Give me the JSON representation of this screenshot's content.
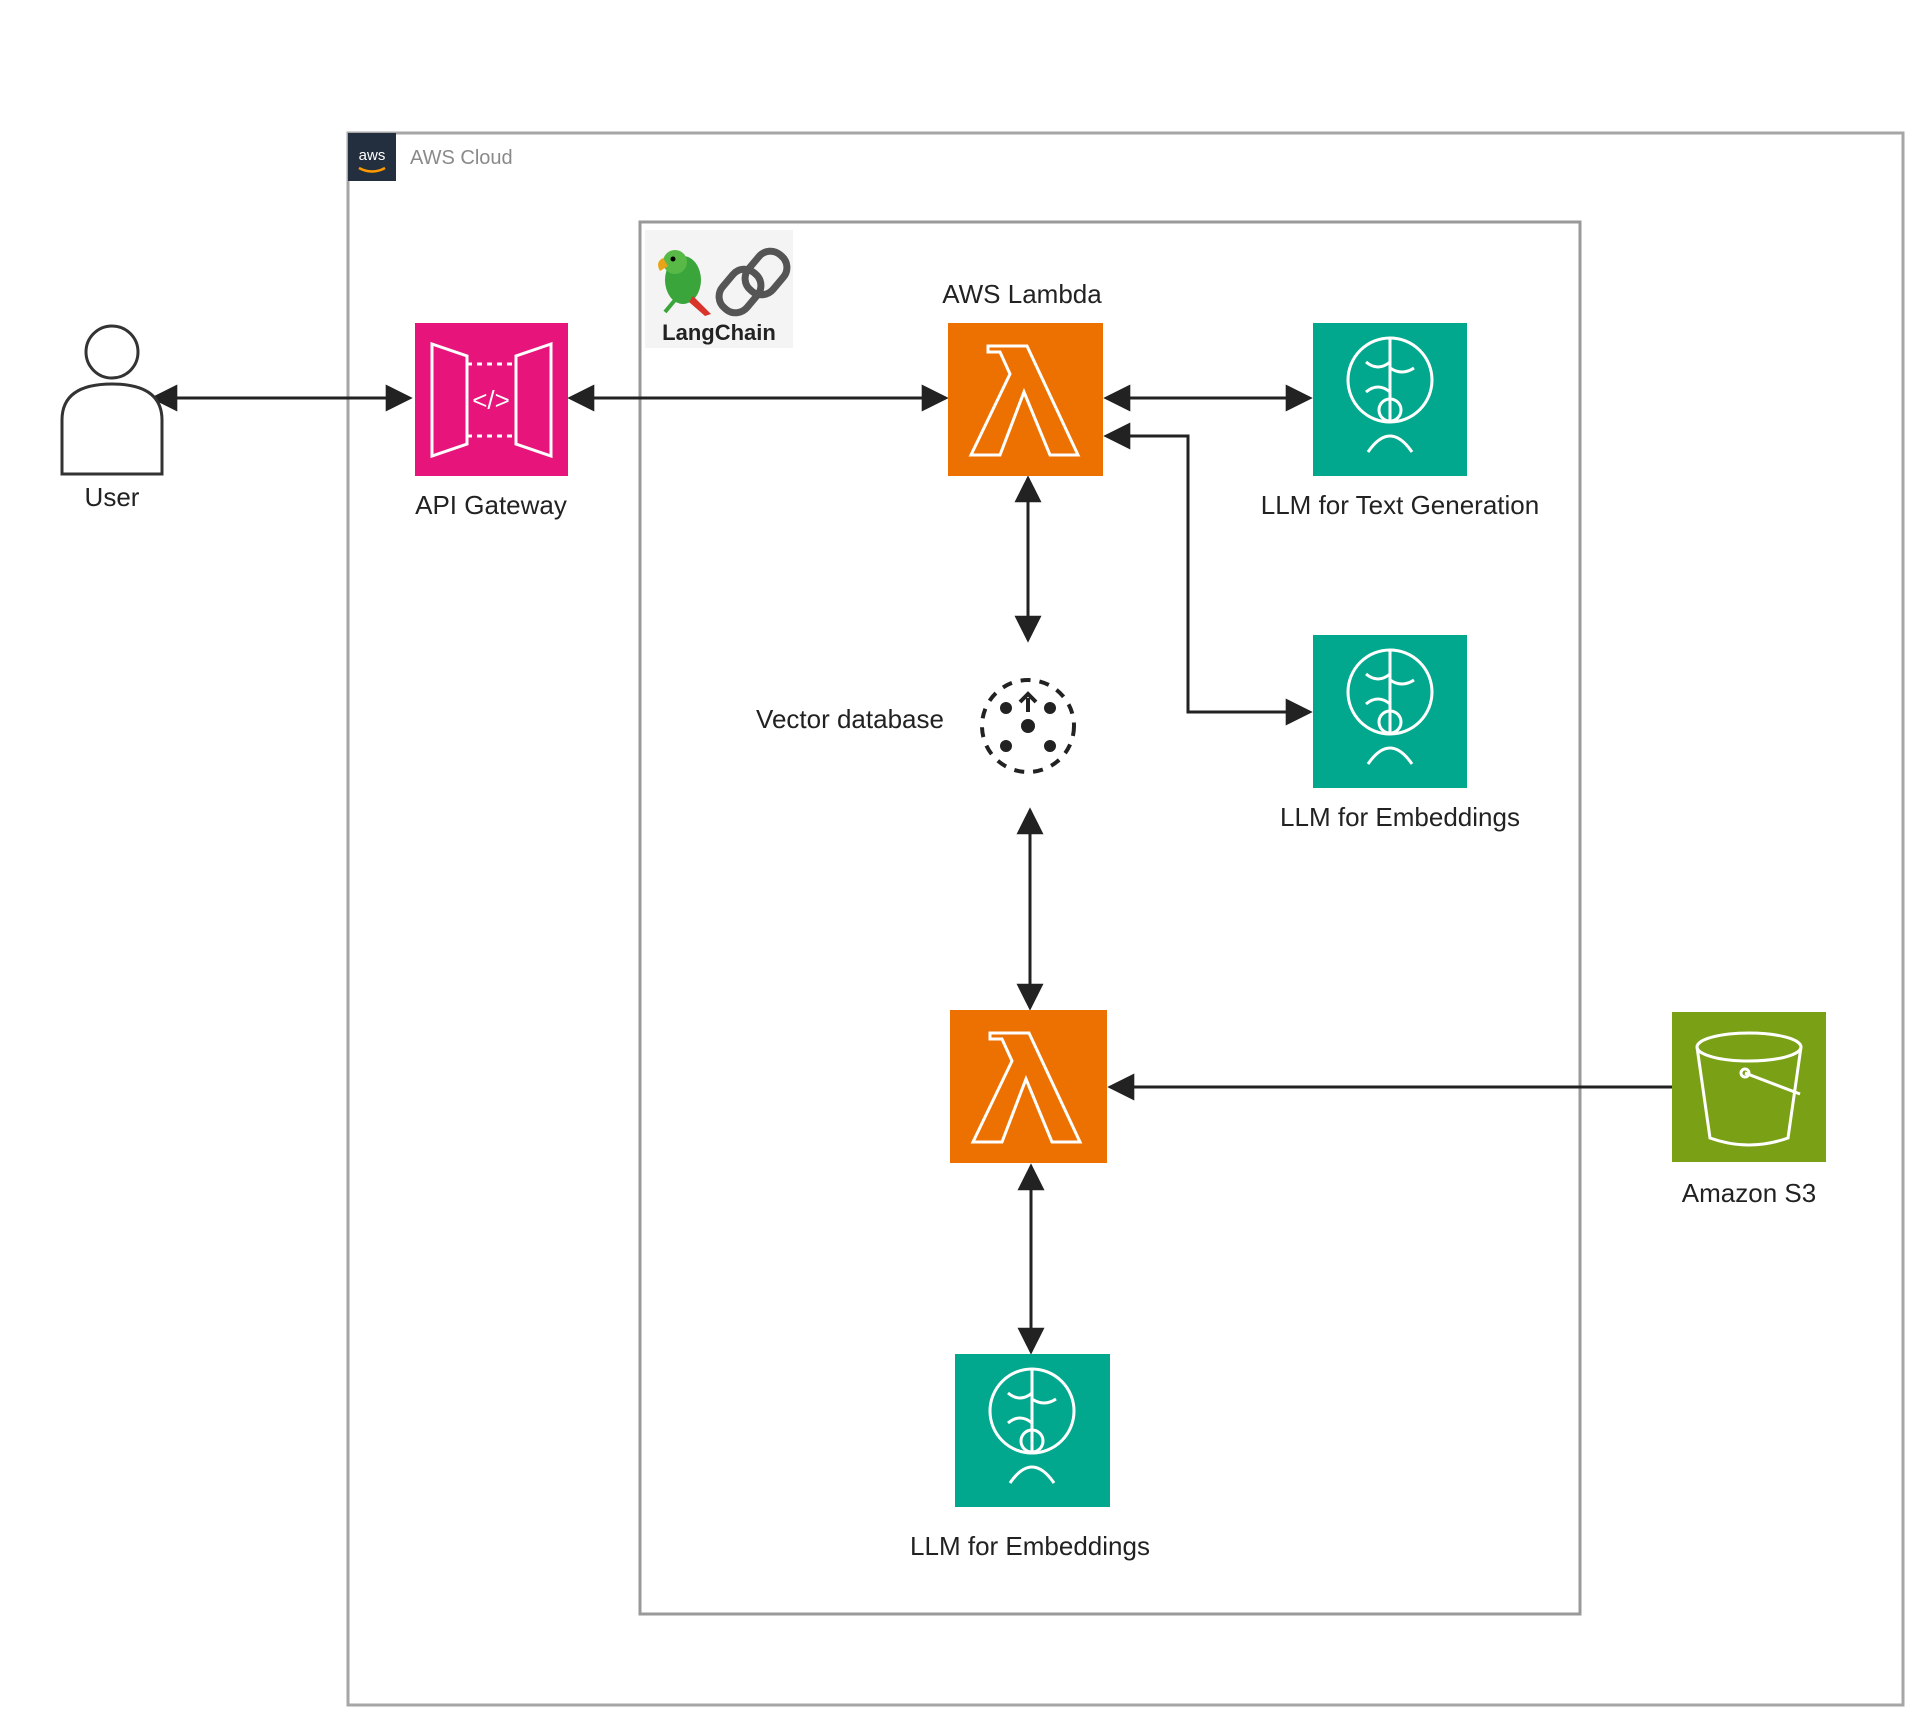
{
  "cloud": {
    "label": "AWS Cloud",
    "logo_text": "aws"
  },
  "langchain": {
    "label": "LangChain"
  },
  "nodes": {
    "user": {
      "label": "User"
    },
    "api_gateway": {
      "label": "API Gateway"
    },
    "lambda_query": {
      "label": "AWS Lambda"
    },
    "llm_text": {
      "label": "LLM for Text Generation"
    },
    "llm_embed_top": {
      "label": "LLM for Embeddings"
    },
    "vector_db": {
      "label": "Vector database"
    },
    "lambda_ingest": {
      "label": ""
    },
    "s3": {
      "label": "Amazon S3"
    },
    "llm_embed_bottom": {
      "label": "LLM for Embeddings"
    }
  },
  "colors": {
    "api_gateway": "#e7157b",
    "lambda": "#ed7100",
    "ml": "#01a88d",
    "s3": "#7aa116",
    "aws_badge": "#232f3e",
    "border": "#999999",
    "arrow": "#222222"
  },
  "icons": {
    "api_gateway": "api-gateway-icon",
    "lambda": "lambda-icon",
    "ml": "brain-gear-user-icon",
    "s3": "bucket-icon",
    "vector_db": "vector-database-icon",
    "user": "user-icon",
    "langchain": "parrot-chain-logo"
  }
}
